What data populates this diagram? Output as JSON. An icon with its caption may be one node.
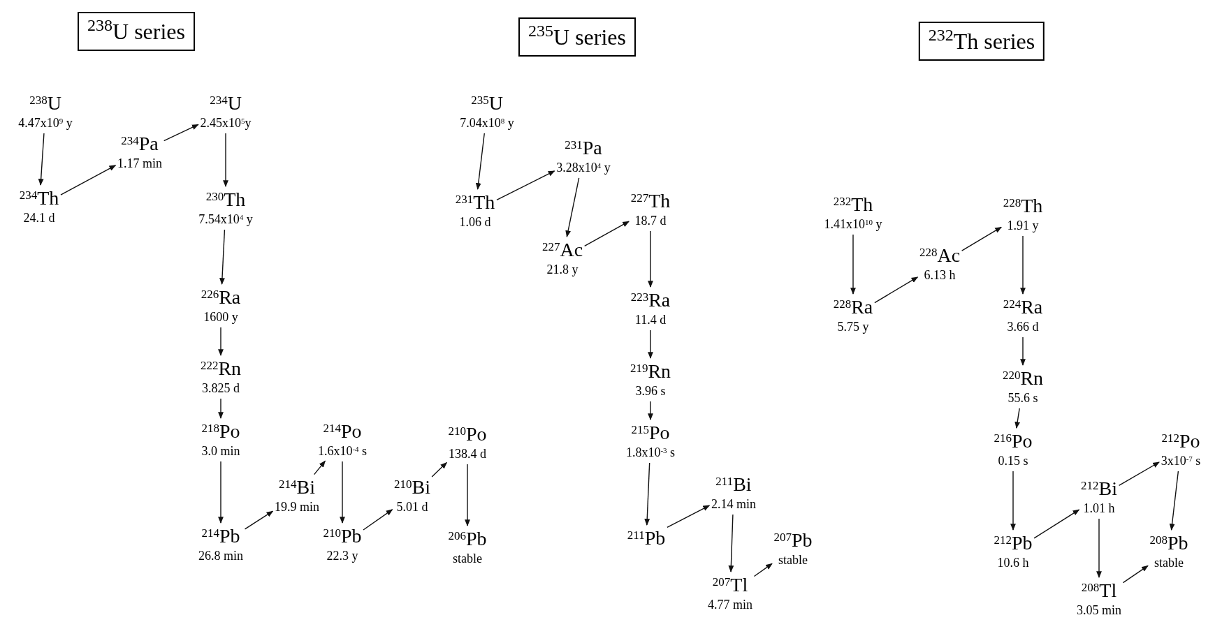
{
  "diagram": {
    "nodes": [
      {
        "text": [
          "$^{238}$U series"
        ]
      },
      {
        "text": [
          "$^{235}$U series"
        ]
      },
      {
        "text": [
          "$^{232}$Th series"
        ]
      },
      {
        "text": [
          "$^{238}$U",
          "4.47x10$^{9}$ y"
        ]
      },
      {
        "text": [
          "$^{234}$Pa",
          "1.17 min"
        ]
      },
      {
        "text": [
          "$^{234}$U",
          "2.45x10$^{5}$y"
        ]
      },
      {
        "text": [
          "$^{234}$Th",
          "24.1 d"
        ]
      },
      {
        "text": [
          "$^{230}$Th",
          "7.54x10$^{4}$ y"
        ]
      },
      {
        "text": [
          "$^{226}$Ra",
          "1600 y"
        ]
      },
      {
        "text": [
          "$^{222}$Rn",
          "3.825 d"
        ]
      },
      {
        "text": [
          "$^{218}$Po",
          "3.0 min"
        ]
      },
      {
        "text": [
          "$^{214}$Po",
          "1.6x10$^{-4}$ s"
        ]
      },
      {
        "text": [
          "$^{210}$Po",
          "138.4 d"
        ]
      },
      {
        "text": [
          "$^{214}$Bi",
          "19.9 min"
        ]
      },
      {
        "text": [
          "$^{210}$Bi",
          "5.01 d"
        ]
      },
      {
        "text": [
          "$^{214}$Pb",
          "26.8 min"
        ]
      },
      {
        "text": [
          "$^{210}$Pb",
          "22.3 y"
        ]
      },
      {
        "text": [
          "$^{206}$Pb",
          "stable"
        ]
      },
      {
        "text": [
          "$^{235}$U",
          "7.04x10$^{8}$ y"
        ]
      },
      {
        "text": [
          "$^{231}$Pa",
          "3.28x10$^{4}$ y"
        ]
      },
      {
        "text": [
          "$^{231}$Th",
          "1.06 d"
        ]
      },
      {
        "text": [
          "$^{227}$Ac",
          "21.8 y"
        ]
      },
      {
        "text": [
          "$^{227}$Th",
          "18.7 d"
        ]
      },
      {
        "text": [
          "$^{223}$Ra",
          "11.4 d"
        ]
      },
      {
        "text": [
          "$^{219}$Rn",
          "3.96 s"
        ]
      },
      {
        "text": [
          "$^{215}$Po",
          "1.8x10$^{-3}$ s"
        ]
      },
      {
        "text": [
          "$^{211}$Bi",
          "2.14 min"
        ]
      },
      {
        "text": [
          "$^{211}$Pb"
        ]
      },
      {
        "text": [
          "$^{207}$Tl",
          "4.77 min"
        ]
      },
      {
        "text": [
          "$^{207}$Pb",
          "stable"
        ]
      },
      {
        "text": [
          "$^{232}$Th",
          "1.41x10$^{10}$ y"
        ]
      },
      {
        "text": [
          "$^{228}$Ac",
          "6.13 h"
        ]
      },
      {
        "text": [
          "$^{228}$Th",
          "1.91 y"
        ]
      },
      {
        "text": [
          "$^{228}$Ra",
          "5.75 y"
        ]
      },
      {
        "text": [
          "$^{224}$Ra",
          "3.66 d"
        ]
      },
      {
        "text": [
          "$^{220}$Rn",
          "55.6 s"
        ]
      },
      {
        "text": [
          "$^{216}$Po",
          "0.15 s"
        ]
      },
      {
        "text": [
          "$^{212}$Po",
          "3x10$^{-7}$ s"
        ]
      },
      {
        "text": [
          "$^{212}$Bi",
          "1.01 h"
        ]
      },
      {
        "text": [
          "$^{212}$Pb",
          "10.6 h"
        ]
      },
      {
        "text": [
          "$^{208}$Tl",
          "3.05 min"
        ]
      },
      {
        "text": [
          "$^{208}$Pb",
          "stable"
        ]
      }
    ],
    "edges": [
      {
        "from": 3,
        "to": 6,
        "arrow": "to"
      },
      {
        "from": 6,
        "to": 4,
        "arrow": "to"
      },
      {
        "from": 4,
        "to": 5,
        "arrow": "to"
      },
      {
        "from": 5,
        "to": 7,
        "arrow": "to"
      },
      {
        "from": 7,
        "to": 8,
        "arrow": "to"
      },
      {
        "from": 8,
        "to": 9,
        "arrow": "to"
      },
      {
        "from": 9,
        "to": 10,
        "arrow": "to"
      },
      {
        "from": 10,
        "to": 15,
        "arrow": "to"
      },
      {
        "from": 15,
        "to": 13,
        "arrow": "to"
      },
      {
        "from": 13,
        "to": 11,
        "arrow": "to"
      },
      {
        "from": 11,
        "to": 16,
        "arrow": "to"
      },
      {
        "from": 16,
        "to": 14,
        "arrow": "to"
      },
      {
        "from": 14,
        "to": 12,
        "arrow": "to"
      },
      {
        "from": 12,
        "to": 17,
        "arrow": "to"
      },
      {
        "from": 18,
        "to": 20,
        "arrow": "to"
      },
      {
        "from": 20,
        "to": 19,
        "arrow": "to"
      },
      {
        "from": 19,
        "to": 21,
        "arrow": "to"
      },
      {
        "from": 21,
        "to": 22,
        "arrow": "to"
      },
      {
        "from": 22,
        "to": 23,
        "arrow": "to"
      },
      {
        "from": 23,
        "to": 24,
        "arrow": "to"
      },
      {
        "from": 24,
        "to": 25,
        "arrow": "to"
      },
      {
        "from": 25,
        "to": 27,
        "arrow": "to"
      },
      {
        "from": 27,
        "to": 26,
        "arrow": "to"
      },
      {
        "from": 26,
        "to": 28,
        "arrow": "to"
      },
      {
        "from": 28,
        "to": 29,
        "arrow": "to"
      },
      {
        "from": 30,
        "to": 33,
        "arrow": "to"
      },
      {
        "from": 33,
        "to": 31,
        "arrow": "to"
      },
      {
        "from": 31,
        "to": 32,
        "arrow": "to"
      },
      {
        "from": 32,
        "to": 34,
        "arrow": "to"
      },
      {
        "from": 34,
        "to": 35,
        "arrow": "to"
      },
      {
        "from": 35,
        "to": 36,
        "arrow": "to"
      },
      {
        "from": 36,
        "to": 39,
        "arrow": "to"
      },
      {
        "from": 39,
        "to": 38,
        "arrow": "to"
      },
      {
        "from": 38,
        "to": 37,
        "arrow": "to"
      },
      {
        "from": 38,
        "to": 40,
        "arrow": "to"
      },
      {
        "from": 37,
        "to": 41,
        "arrow": "to"
      },
      {
        "from": 40,
        "to": 41,
        "arrow": "to"
      }
    ]
  }
}
